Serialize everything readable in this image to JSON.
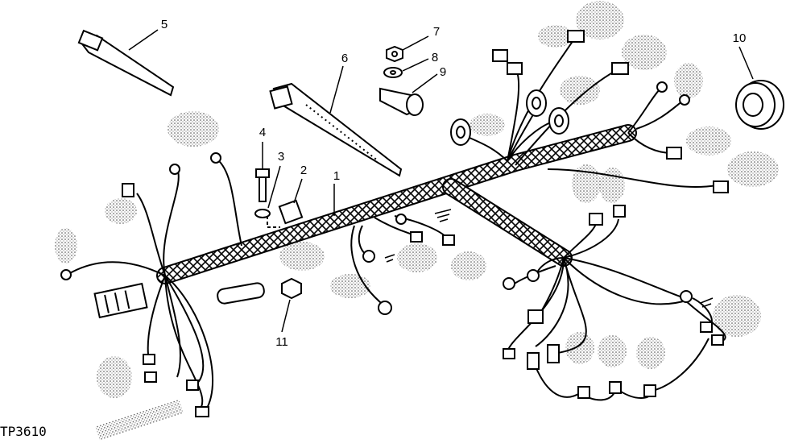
{
  "figure_id": "TP3610",
  "parts": [
    {
      "number": "1",
      "name": "wiring-harness"
    },
    {
      "number": "2",
      "name": "clamp"
    },
    {
      "number": "3",
      "name": "washer"
    },
    {
      "number": "4",
      "name": "bolt"
    },
    {
      "number": "5",
      "name": "strap-small"
    },
    {
      "number": "6",
      "name": "strap-large"
    },
    {
      "number": "7",
      "name": "nut"
    },
    {
      "number": "8",
      "name": "washer-flat"
    },
    {
      "number": "9",
      "name": "clip"
    },
    {
      "number": "10",
      "name": "grommet"
    },
    {
      "number": "11",
      "name": "nut-lock"
    }
  ],
  "colors": {
    "ink": "#000000",
    "background": "#ffffff",
    "stipple": "#444444"
  }
}
